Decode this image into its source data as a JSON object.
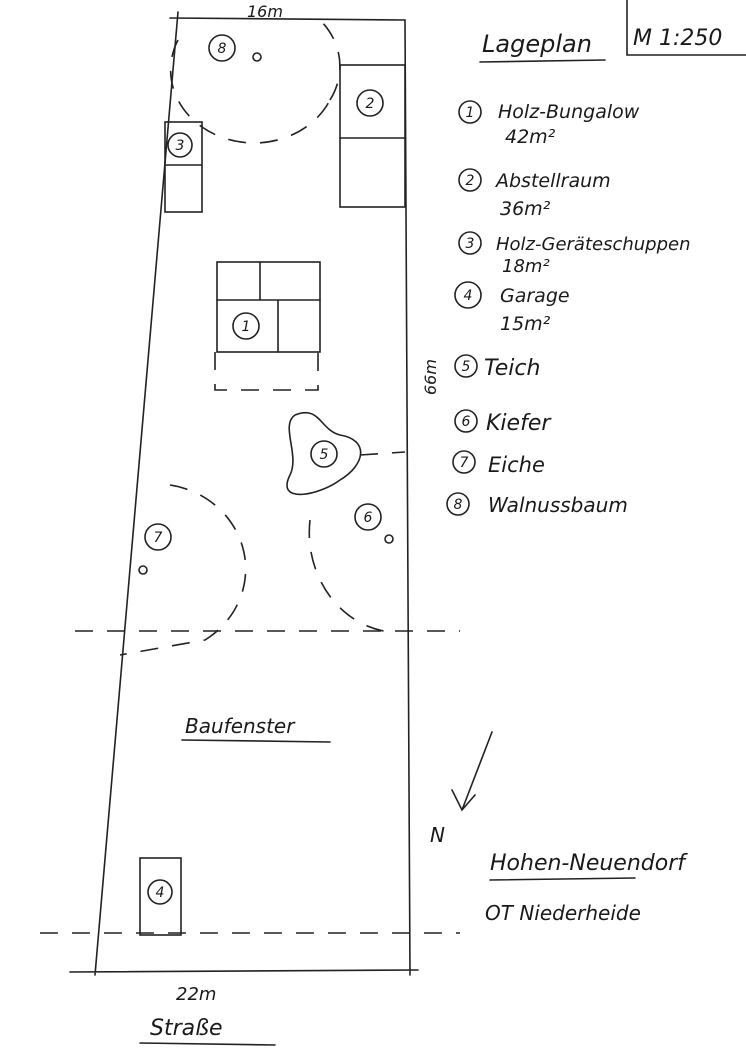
{
  "title": "Lageplan",
  "scale": "M 1:250",
  "dimensions": {
    "top": "16m",
    "side": "66m",
    "bottom": "22m"
  },
  "street": "Straße",
  "build_window": "Baufenster",
  "north": "N",
  "location": {
    "town": "Hohen-Neuendorf",
    "district": "OT Niederheide"
  },
  "legend": [
    {
      "num": "1",
      "name": "Holz-Bungalow",
      "area": "42m²"
    },
    {
      "num": "2",
      "name": "Abstellraum",
      "area": "36m²"
    },
    {
      "num": "3",
      "name": "Holz-Geräteschuppen",
      "area": "18m²"
    },
    {
      "num": "4",
      "name": "Garage",
      "area": "15m²"
    },
    {
      "num": "5",
      "name": "Teich",
      "area": ""
    },
    {
      "num": "6",
      "name": "Kiefer",
      "area": ""
    },
    {
      "num": "7",
      "name": "Eiche",
      "area": ""
    },
    {
      "num": "8",
      "name": "Walnussbaum",
      "area": ""
    }
  ]
}
